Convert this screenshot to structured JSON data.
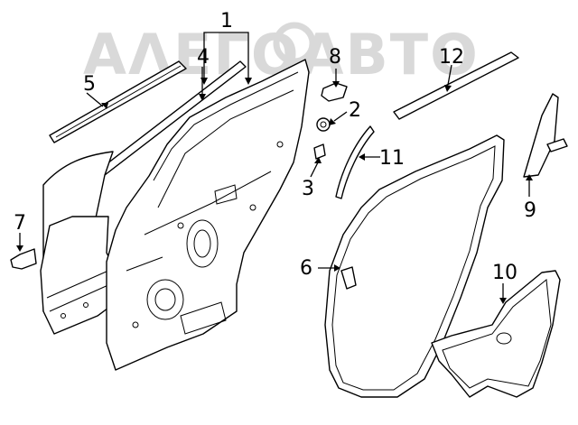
{
  "watermark": {
    "text": "ΑΛΕΓΟΑΒΤΟ"
  },
  "callouts": [
    {
      "id": "1",
      "label": "1"
    },
    {
      "id": "2",
      "label": "2"
    },
    {
      "id": "3",
      "label": "3"
    },
    {
      "id": "4",
      "label": "4"
    },
    {
      "id": "5",
      "label": "5"
    },
    {
      "id": "6",
      "label": "6"
    },
    {
      "id": "7",
      "label": "7"
    },
    {
      "id": "8",
      "label": "8"
    },
    {
      "id": "9",
      "label": "9"
    },
    {
      "id": "10",
      "label": "10"
    },
    {
      "id": "11",
      "label": "11"
    },
    {
      "id": "12",
      "label": "12"
    }
  ]
}
